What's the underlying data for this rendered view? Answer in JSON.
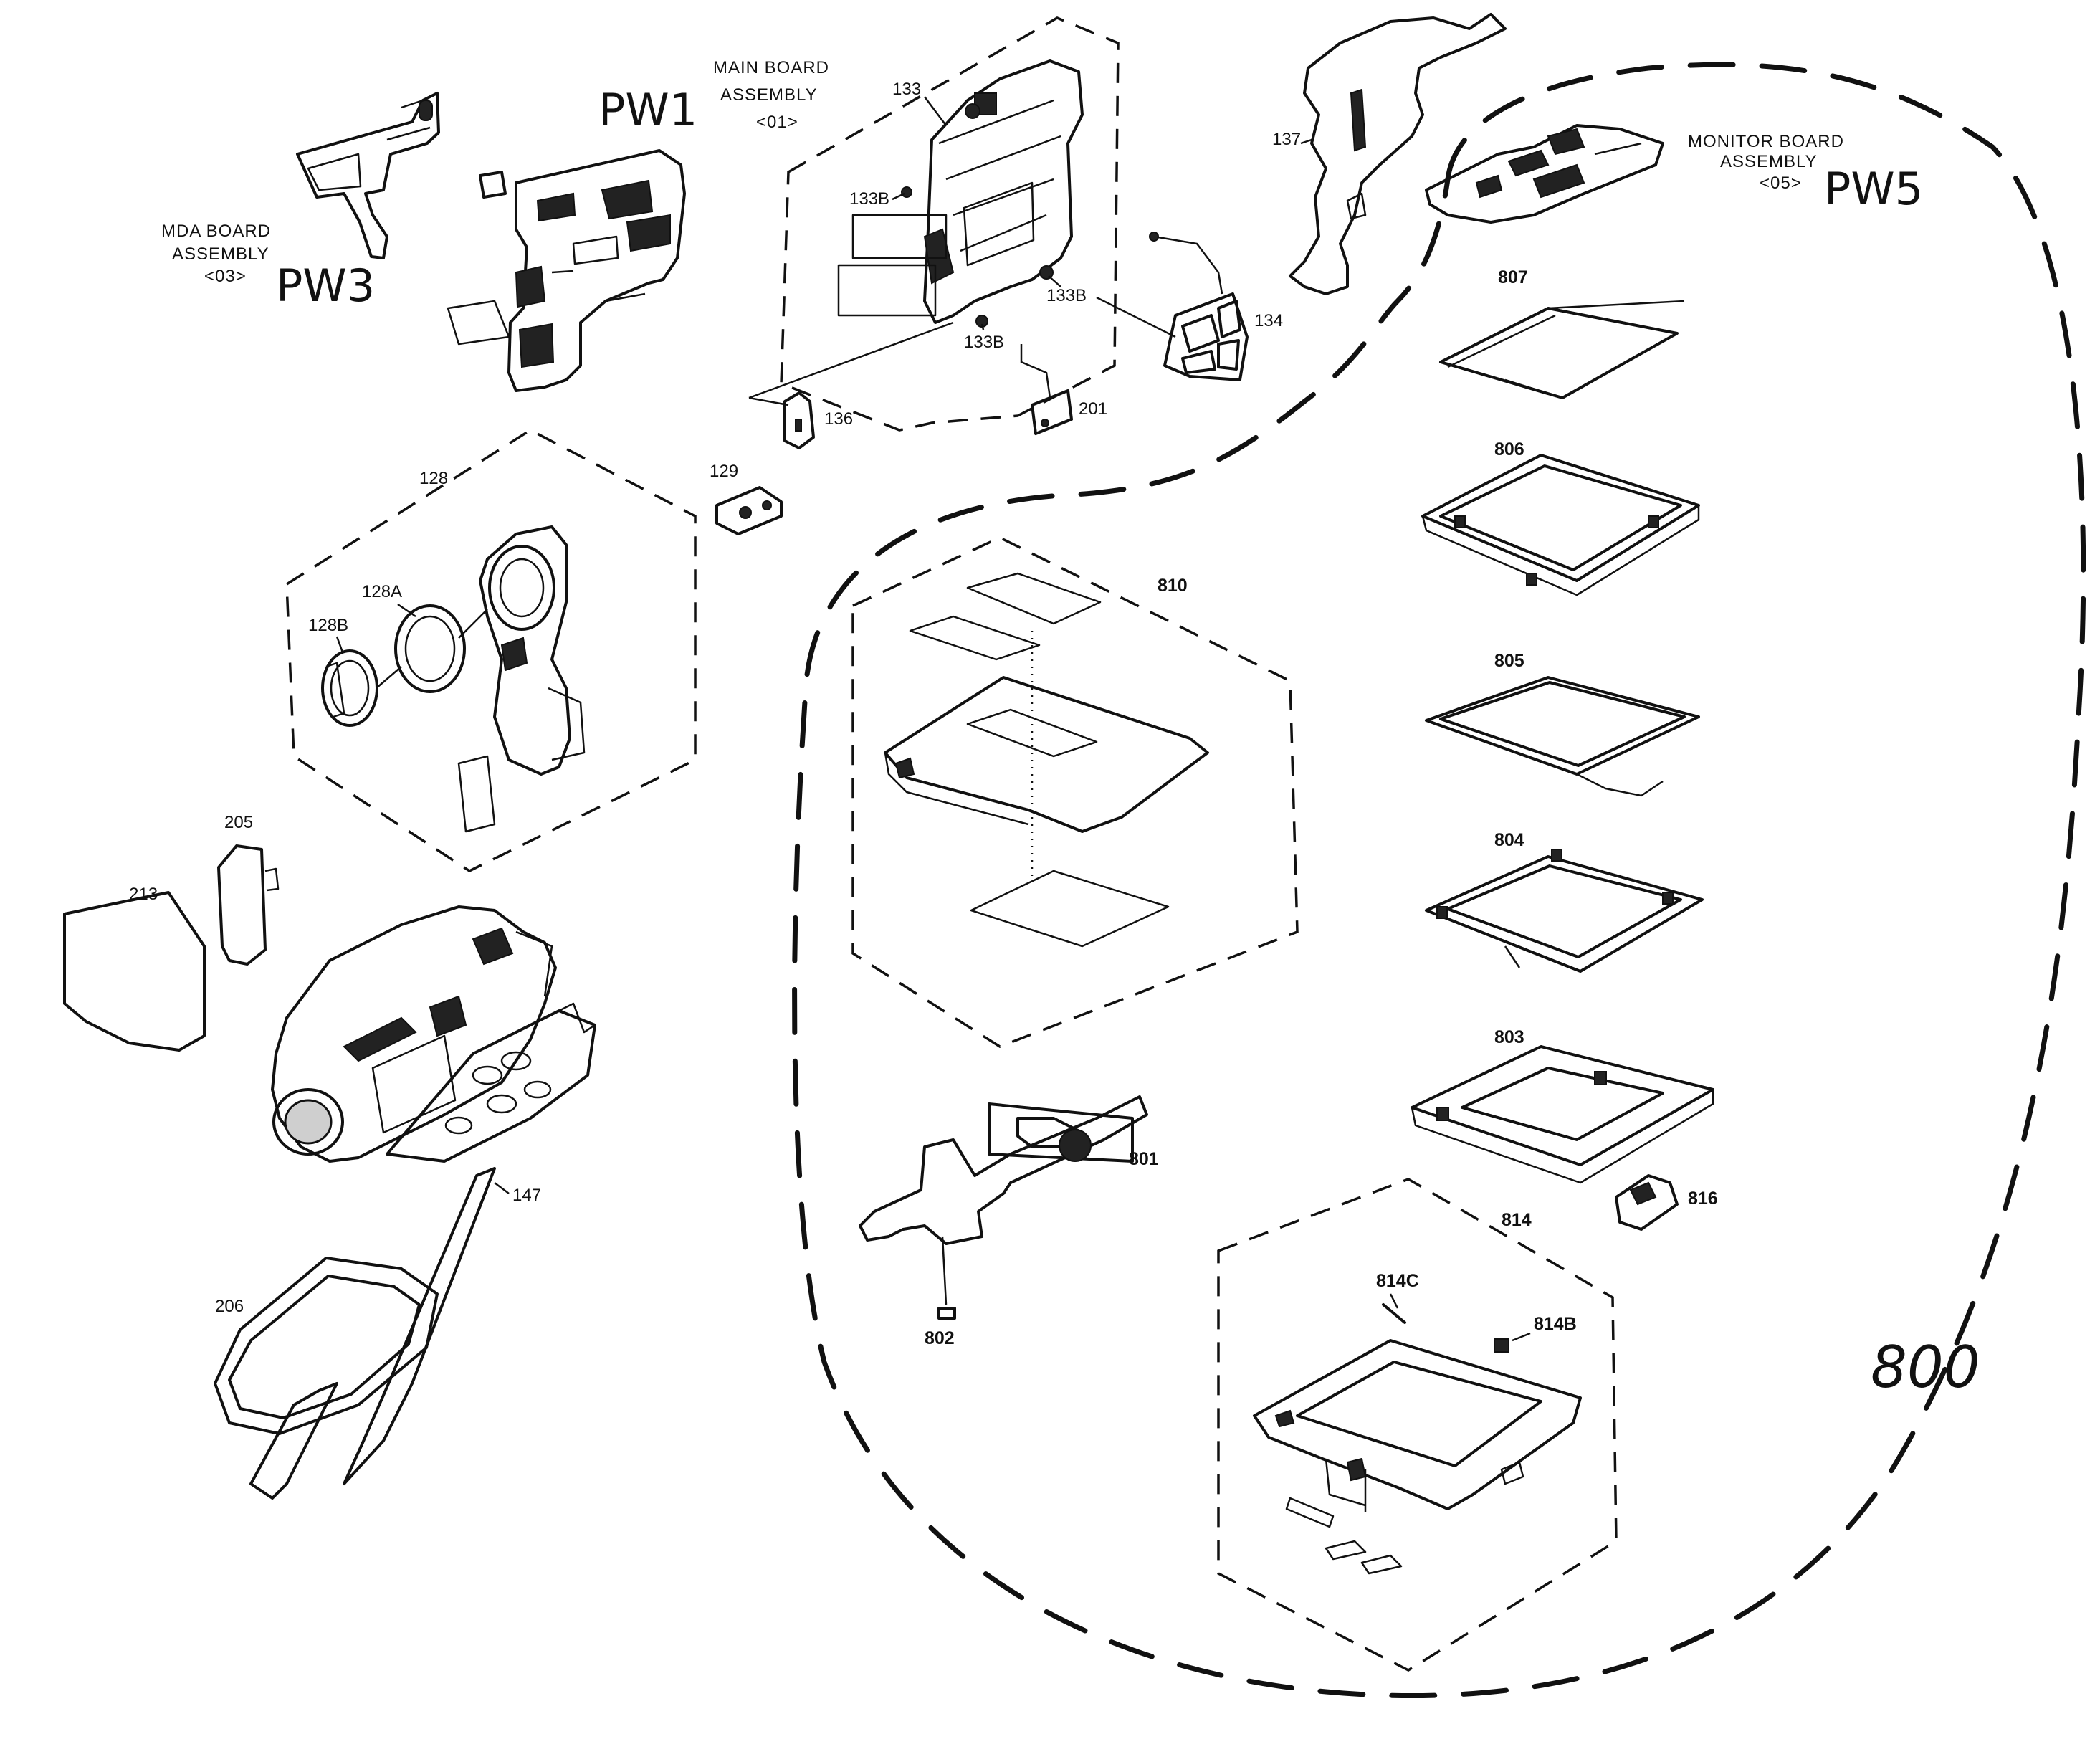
{
  "assemblies": {
    "mda": {
      "line1": "MDA BOARD",
      "line2": "ASSEMBLY",
      "code": "<03>",
      "handwritten": "PW3"
    },
    "main": {
      "line1": "MAIN BOARD",
      "line2": "ASSEMBLY",
      "code": "<01>",
      "handwritten": "PW1"
    },
    "monitor": {
      "line1": "MONITOR BOARD",
      "line2": "ASSEMBLY",
      "code": "<05>",
      "handwritten": "PW5"
    },
    "monitor_group_handwritten": "800"
  },
  "parts": {
    "p133": "133",
    "p133b_a": "133B",
    "p133b_b": "133B",
    "p133b_c": "133B",
    "p134": "134",
    "p136": "136",
    "p137": "137",
    "p201": "201",
    "p128": "128",
    "p128a": "128A",
    "p128b": "128B",
    "p129": "129",
    "p205": "205",
    "p213": "213",
    "p147": "147",
    "p206": "206",
    "p807": "807",
    "p806": "806",
    "p805": "805",
    "p804": "804",
    "p803": "803",
    "p810": "810",
    "p801": "801",
    "p802": "802",
    "p814": "814",
    "p814c": "814C",
    "p814b": "814B",
    "p816": "816"
  }
}
